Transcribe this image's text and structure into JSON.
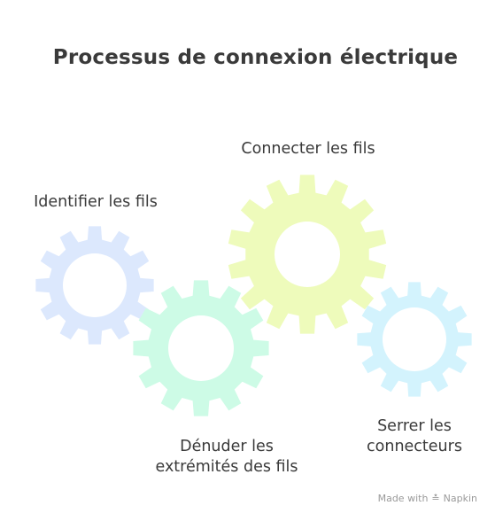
{
  "diagram": {
    "title": "Processus de connexion électrique",
    "steps": [
      {
        "label_lines": [
          "Identifier les fils"
        ],
        "color": "#dce8fd"
      },
      {
        "label_lines": [
          "Connecter les fils"
        ],
        "color": "#eefbbb"
      },
      {
        "label_lines": [
          "Dénuder les",
          "extrémités des fils"
        ],
        "color": "#cdfbe6"
      },
      {
        "label_lines": [
          "Serrer les",
          "connecteurs"
        ],
        "color": "#d3f3fd"
      }
    ]
  },
  "credit": {
    "prefix": "Made with",
    "brand": "Napkin",
    "icon": "napkin-logo-icon"
  }
}
